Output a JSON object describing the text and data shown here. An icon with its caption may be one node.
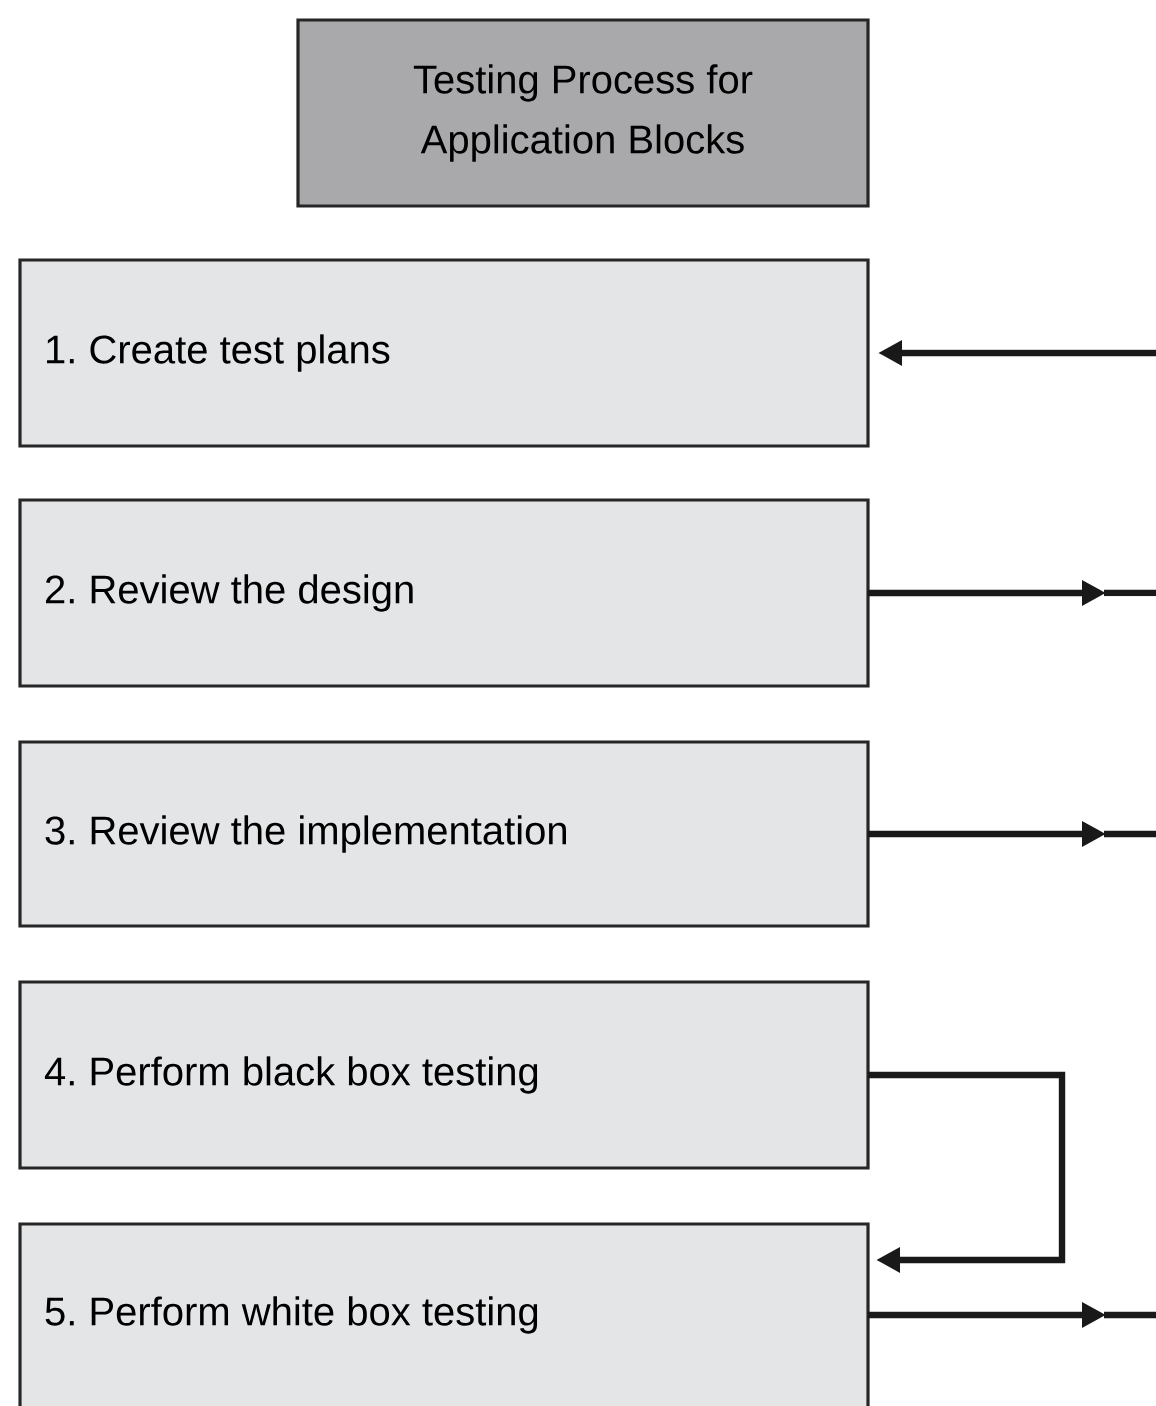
{
  "diagram": {
    "nodes": [
      {
        "text": [
          "Testing Process for Application Blocks"
        ]
      },
      {
        "text": [
          "1. Create test plans"
        ]
      },
      {
        "text": [
          "2. Review the design"
        ]
      },
      {
        "text": [
          "3. Review the implementation"
        ]
      },
      {
        "text": [
          "4. Perform black box testing"
        ]
      },
      {
        "text": [
          "5. Perform white box testing"
        ]
      }
    ],
    "edges": [
      {
        "from": null,
        "to": 1,
        "arrow": "to"
      },
      {
        "from": 2,
        "to": null,
        "arrow": "to"
      },
      {
        "from": 3,
        "to": null,
        "arrow": "to"
      },
      {
        "from": 4,
        "to": 5,
        "arrow": "to"
      },
      {
        "from": 5,
        "to": null,
        "arrow": "to"
      }
    ]
  }
}
